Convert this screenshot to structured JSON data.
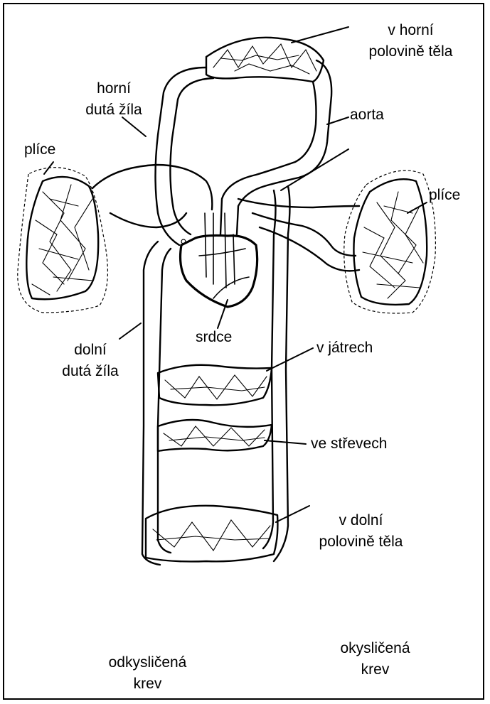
{
  "labels": {
    "upper_body": [
      "v horní",
      "polovině těla"
    ],
    "superior_vena_cava": [
      "horní",
      "dutá žíla"
    ],
    "aorta": "aorta",
    "lungs_left": "plíce",
    "lungs_right": "plíce",
    "heart": "srdce",
    "liver": "v játrech",
    "inferior_vena_cava": [
      "dolní",
      "dutá žíla"
    ],
    "intestines": "ve střevech",
    "lower_body": [
      "v dolní",
      "polovině těla"
    ],
    "deoxygenated": [
      "odkysličená",
      "krev"
    ],
    "oxygenated": [
      "okysličená",
      "krev"
    ]
  }
}
